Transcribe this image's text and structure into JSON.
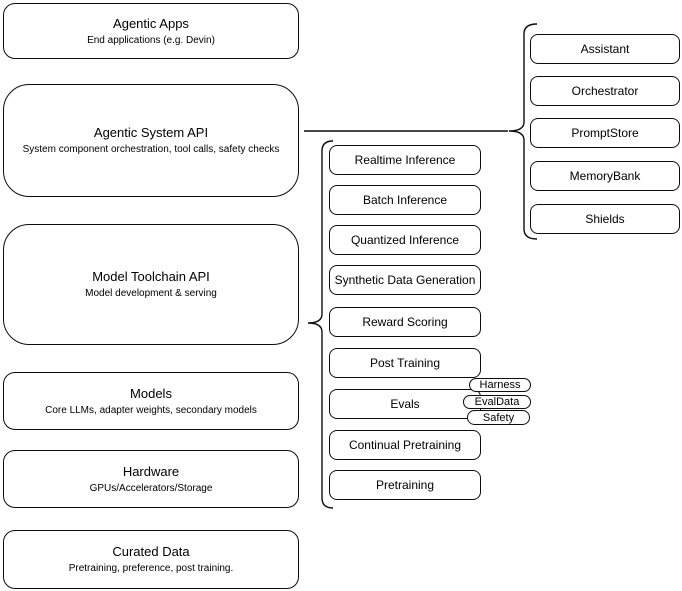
{
  "diagram": {
    "left_stack": [
      {
        "title": "Agentic Apps",
        "subtitle": "End applications (e.g. Devin)"
      },
      {
        "title": "Agentic System API",
        "subtitle": "System component orchestration, tool calls, safety checks"
      },
      {
        "title": "Model Toolchain API",
        "subtitle": "Model development & serving"
      },
      {
        "title": "Models",
        "subtitle": "Core LLMs, adapter weights, secondary models"
      },
      {
        "title": "Hardware",
        "subtitle": "GPUs/Accelerators/Storage"
      },
      {
        "title": "Curated Data",
        "subtitle": "Pretraining, preference, post training."
      }
    ],
    "toolchain_nodes": [
      {
        "label": "Realtime Inference"
      },
      {
        "label": "Batch Inference"
      },
      {
        "label": "Quantized Inference"
      },
      {
        "label": "Synthetic Data Generation"
      },
      {
        "label": "Reward Scoring"
      },
      {
        "label": "Post Training"
      },
      {
        "label": "Evals"
      },
      {
        "label": "Continual Pretraining"
      },
      {
        "label": "Pretraining"
      }
    ],
    "eval_pills": [
      {
        "label": "Harness"
      },
      {
        "label": "EvalData"
      },
      {
        "label": "Safety"
      }
    ],
    "system_nodes": [
      {
        "label": "Assistant"
      },
      {
        "label": "Orchestrator"
      },
      {
        "label": "PromptStore"
      },
      {
        "label": "MemoryBank"
      },
      {
        "label": "Shields"
      }
    ],
    "colors": {
      "stroke": "#0d0d0d",
      "fill": "#ffffff",
      "text": "#000000"
    }
  }
}
